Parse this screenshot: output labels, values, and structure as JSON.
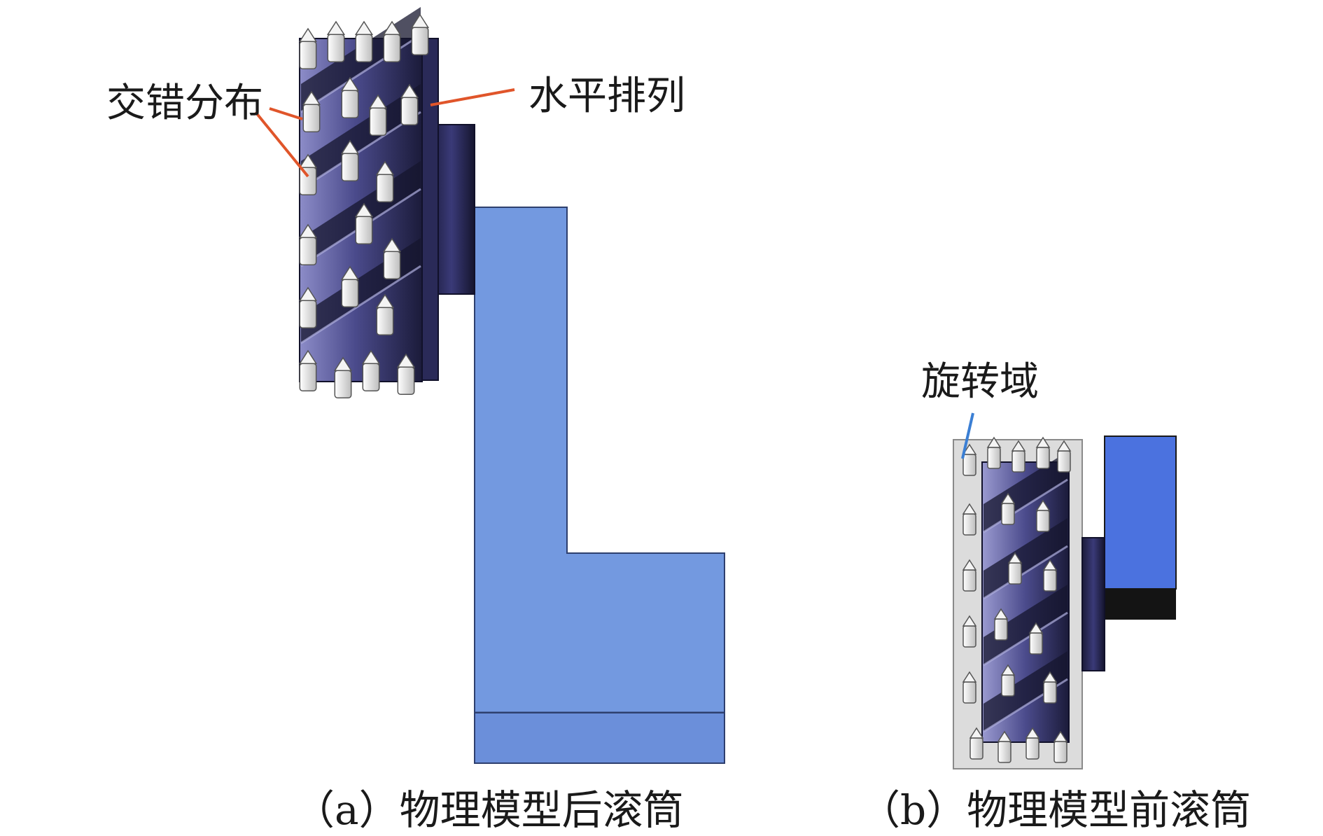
{
  "annotations": {
    "staggered": "交错分布",
    "horizontal": "水平排列",
    "rotation_domain": "旋转域"
  },
  "captions": {
    "a": "（a）物理模型后滚筒",
    "b": "（b）物理模型前滚筒"
  },
  "colors": {
    "frame_blue": "#7399e0",
    "frame_edge": "#2e3f6e",
    "mount_blue": "#4b72df",
    "drum_dark": "#23234a",
    "drum_mid": "#4b4b8c",
    "drum_light": "#8c8cc8",
    "leader_orange": "#e0552a",
    "leader_blue": "#3b7fd4",
    "domain_fill": "#dcdcdc"
  }
}
